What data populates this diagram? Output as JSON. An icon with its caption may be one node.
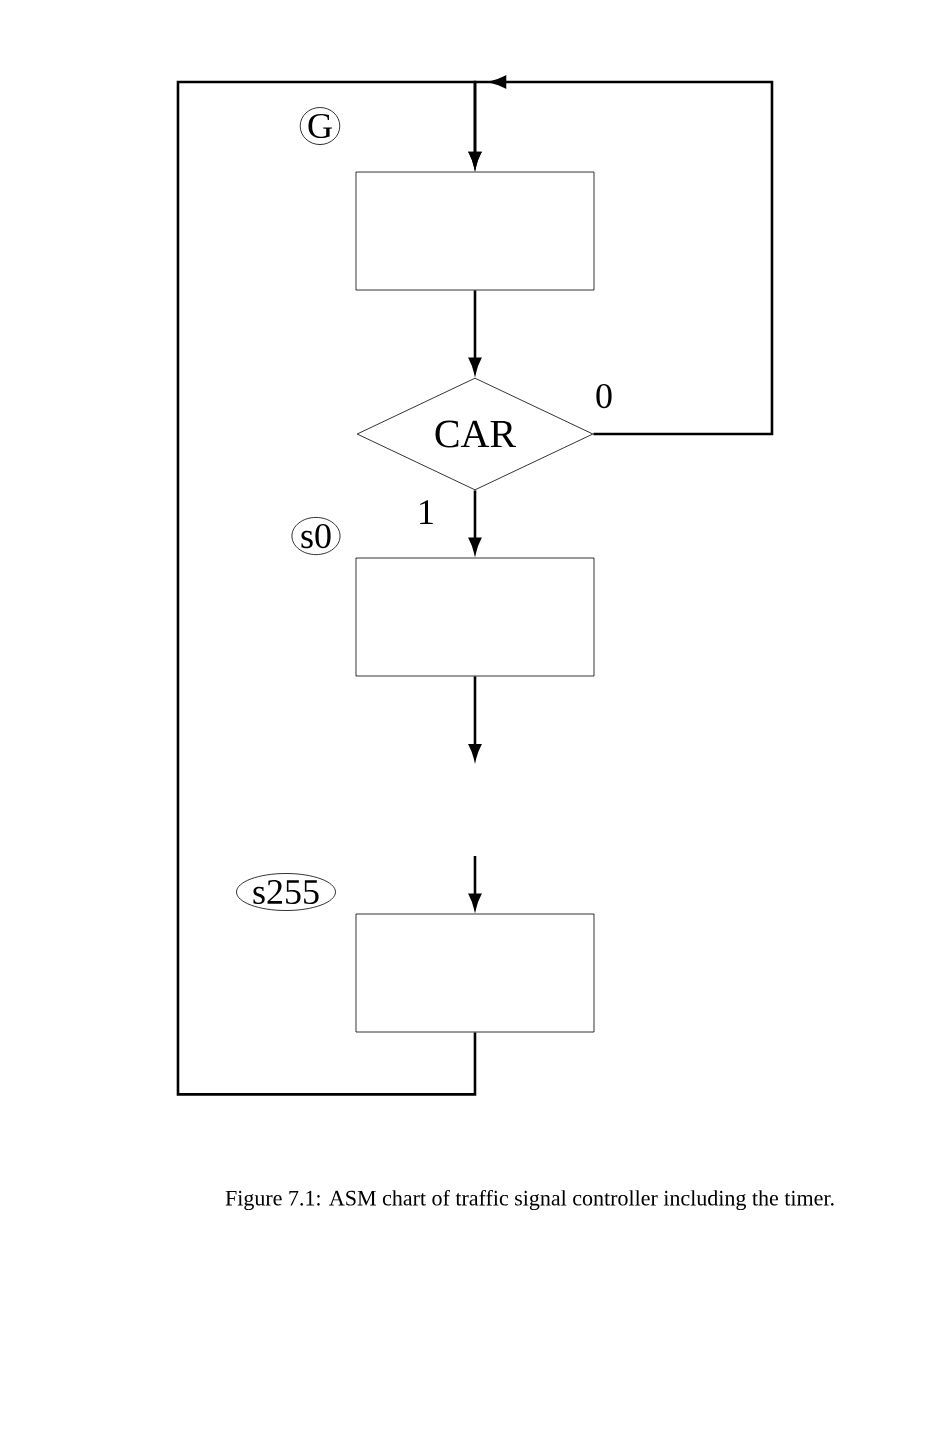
{
  "diagram": {
    "caption": "Figure 7.1: ASM chart of traffic signal controller including the timer.",
    "nodes": [
      {
        "text": [],
        "shape": "box",
        "beside": [
          "G"
        ]
      },
      {
        "text": [
          "CAR"
        ]
      },
      {
        "text": [],
        "shape": "box",
        "beside": [
          "s0"
        ]
      },
      {
        "text": [],
        "shape": "box",
        "beside": [
          "s255"
        ]
      }
    ],
    "edges": [
      {
        "from": 0,
        "to": 1,
        "arrow": "to"
      },
      {
        "from": 1,
        "to": 0,
        "arrow": "to",
        "label": "0"
      },
      {
        "from": 1,
        "to": 2,
        "arrow": "to",
        "label": "1"
      },
      {
        "from": 2,
        "to": null,
        "arrow": "to"
      },
      {
        "from": null,
        "to": 3,
        "arrow": "to"
      },
      {
        "from": 3,
        "to": 0,
        "arrow": "to"
      }
    ]
  }
}
